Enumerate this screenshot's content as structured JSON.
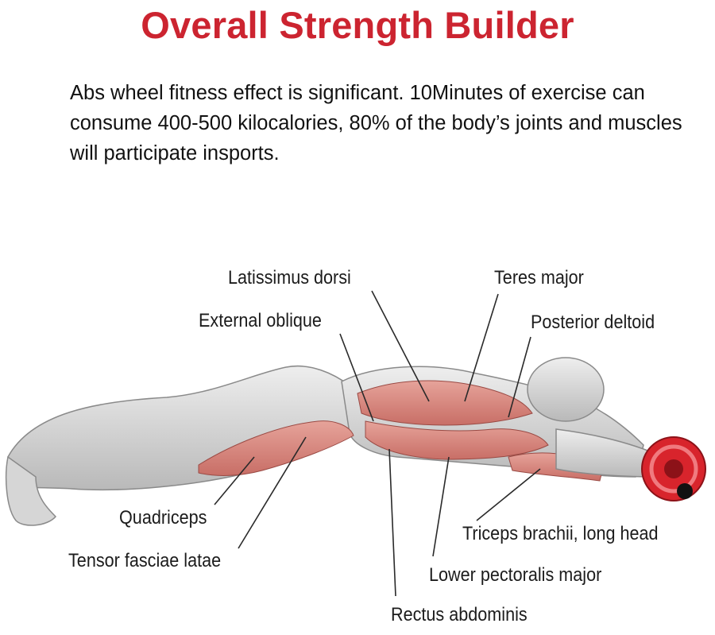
{
  "header": {
    "title": "Overall Strength Builder",
    "description": "Abs wheel fitness effect is significant. 10Minutes of exercise can consume 400-500 kilocalories, 80% of the body’s joints and muscles will participate insports."
  },
  "labels": {
    "latissimus_dorsi": "Latissimus dorsi",
    "teres_major": "Teres major",
    "external_oblique": "External oblique",
    "posterior_deltoid": "Posterior deltoid",
    "quadriceps": "Quadriceps",
    "tensor_fasciae_latae": "Tensor fasciae latae",
    "triceps_long_head": "Triceps brachii, long head",
    "lower_pectoralis_major": "Lower pectoralis major",
    "rectus_abdominis": "Rectus abdominis"
  },
  "colors": {
    "title": "#cc2430",
    "muscle_highlight": "#d9857c",
    "wheel": "#d8242c",
    "body": "#d4d4d4"
  },
  "icons": {
    "figure": "plank-figure-illustration",
    "wheel": "ab-wheel-icon"
  }
}
